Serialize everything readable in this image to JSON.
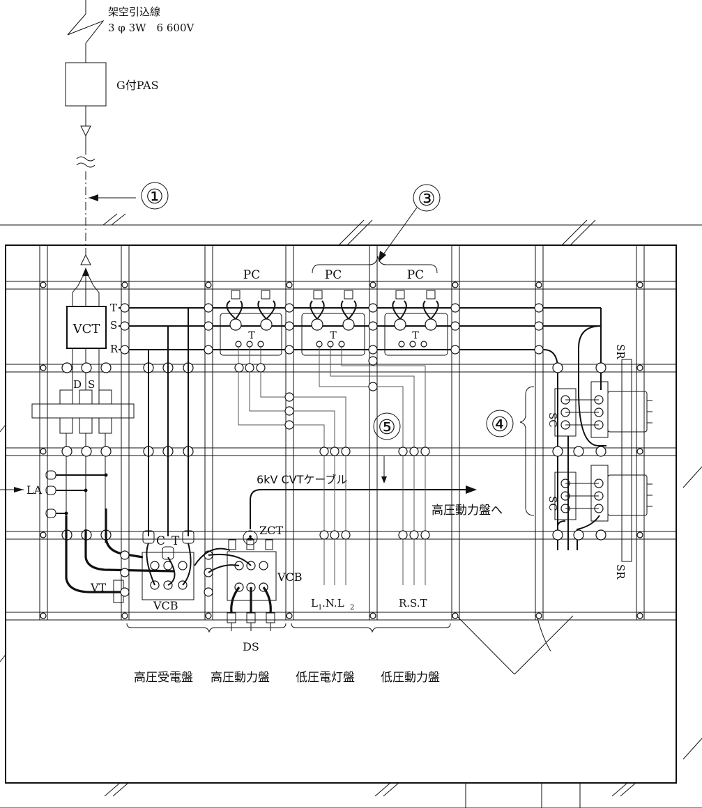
{
  "service_line": {
    "label_line1": "架空引込線",
    "label_line2": "3 φ 3W　6 600V"
  },
  "pas": {
    "label": "G付PAS"
  },
  "callouts": {
    "c1": "①",
    "c3": "③",
    "c4": "④",
    "c5": "⑤"
  },
  "vct": {
    "label": "VCT",
    "phase_t": "T",
    "phase_s": "S",
    "phase_r": "R"
  },
  "ds_top": {
    "d": "D",
    "s": "S"
  },
  "la": {
    "label": "LA"
  },
  "ct": {
    "c": "C",
    "t": "T"
  },
  "vt": {
    "label": "VT"
  },
  "vcb1": {
    "label": "VCB"
  },
  "vcb2": {
    "label": "VCB"
  },
  "zct": {
    "label": "ZCT"
  },
  "ds_bottom": {
    "label": "DS"
  },
  "pc_labels": [
    "PC",
    "PC",
    "PC"
  ],
  "pc_t_labels": [
    "T",
    "T",
    "T"
  ],
  "cable": {
    "label": "6kV CVTケーブル"
  },
  "to_panel": {
    "label": "高圧動力盤へ"
  },
  "low_lamp": {
    "l": "L",
    "sub": "1",
    "rest": ".N.L",
    "sub2": "2"
  },
  "low_power": {
    "label": "R.S.T"
  },
  "sc": {
    "top": "SC",
    "bottom": "SC"
  },
  "sr": {
    "top": "SR",
    "bottom": "SR"
  },
  "panels": {
    "hv_receiving": "高圧受電盤",
    "hv_power": "高圧動力盤",
    "lv_lighting": "低圧電灯盤",
    "lv_power": "低圧動力盤"
  }
}
